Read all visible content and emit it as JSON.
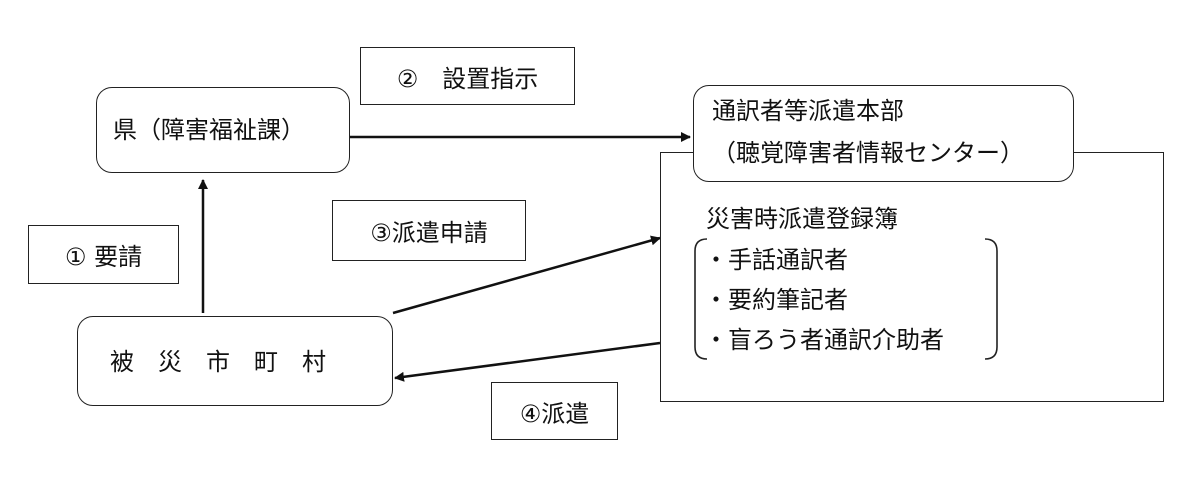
{
  "nodes": {
    "prefecture": "県（障害福祉課）",
    "municipality": "被　災　市　町　村",
    "hq_line1": "通訳者等派遣本部",
    "hq_line2": "（聴覚障害者情報センター）"
  },
  "steps": {
    "step1": "①  要請",
    "step2": "②　設置指示",
    "step3": "③派遣申請",
    "step4": "④派遣"
  },
  "registry": {
    "title": "災害時派遣登録簿",
    "items": [
      "・手話通訳者",
      "・要約筆記者",
      "・盲ろう者通訳介助者"
    ]
  }
}
